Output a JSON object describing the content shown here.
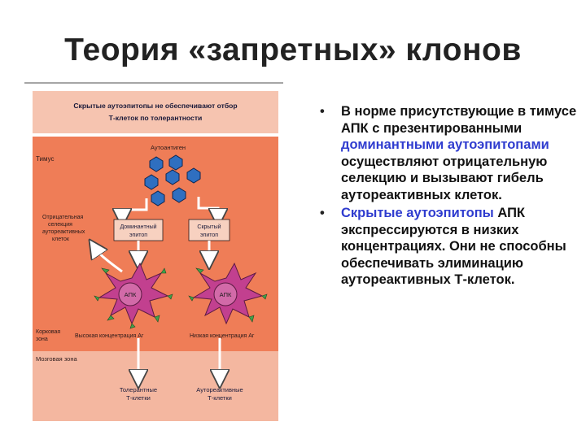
{
  "slide": {
    "title": "Теория «запретных» клонов"
  },
  "figure": {
    "header_line1": "Скрытые аутоэпитопы не обеспечивают отбор",
    "header_line2": "Т-клеток по толерантности",
    "thymus_label": "Тимус",
    "autoantigen_label": "Аутоантиген",
    "negative_selection_label": [
      "Отрицательная",
      "селекция",
      "аутореактивных",
      "клеток"
    ],
    "dominant_epitope_label": [
      "Доминантный",
      "эпитоп"
    ],
    "hidden_epitope_label": [
      "Скрытый",
      "эпитоп"
    ],
    "apc_label": "АПК",
    "cortex_label": [
      "Корковая",
      "зона"
    ],
    "high_concentration_label": "Высокая концентрация Аг",
    "low_concentration_label": "Низкая концентрация Аг",
    "medulla_label": "Мозговая зона",
    "tolerant_label": [
      "Толерантные",
      "Т-клетки"
    ],
    "autoreactive_label": [
      "Аутореактивные",
      "Т-клетки"
    ],
    "colors": {
      "thymus_bg": "#ef7d57",
      "header_bg": "#f6c4b0",
      "apc_fill": "#c2408f",
      "antigen_fill": "#2f6fc0",
      "medulla_bg": "#f4b7a0"
    }
  },
  "bullets": [
    {
      "lead": "В норме присутствующие в тимусе АПК с презентированными ",
      "highlight": "доминантными аутоэпитопами",
      "tail": " осуществляют отрицательную селекцию и вызывают гибель аутореактивных клеток."
    },
    {
      "lead": "",
      "highlight": "Скрытые аутоэпитопы",
      "tail": " АПК экспрессируются в низких концентрациях. Они не способны обеспечивать элиминацию аутореактивных Т-клеток."
    }
  ]
}
